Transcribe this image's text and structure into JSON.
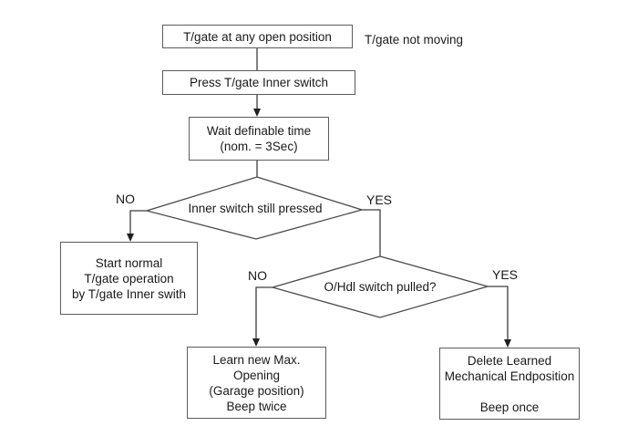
{
  "diagram": {
    "type": "flowchart",
    "nodes": {
      "start": {
        "label": "T/gate at any open position"
      },
      "note": {
        "label": "T/gate not moving"
      },
      "press": {
        "label": "Press T/gate Inner switch"
      },
      "wait": {
        "label": "Wait definable time\n(nom. = 3Sec)"
      },
      "decision1": {
        "label": "Inner switch still pressed",
        "no": "NO",
        "yes": "YES"
      },
      "start_normal": {
        "label": "Start normal\nT/gate operation\nby T/gate Inner swith"
      },
      "decision2": {
        "label": "O/Hdl switch pulled?",
        "no": "NO",
        "yes": "YES"
      },
      "learn": {
        "label": "Learn new Max.\nOpening\n(Garage position)\nBeep twice"
      },
      "delete": {
        "label": "Delete Learned\nMechanical Endposition\n\nBeep once"
      }
    },
    "colors": {
      "background": "#ffffff",
      "line": "#3d3d3d",
      "box_border": "#5c5c5c",
      "text": "#1a1a1a"
    }
  }
}
